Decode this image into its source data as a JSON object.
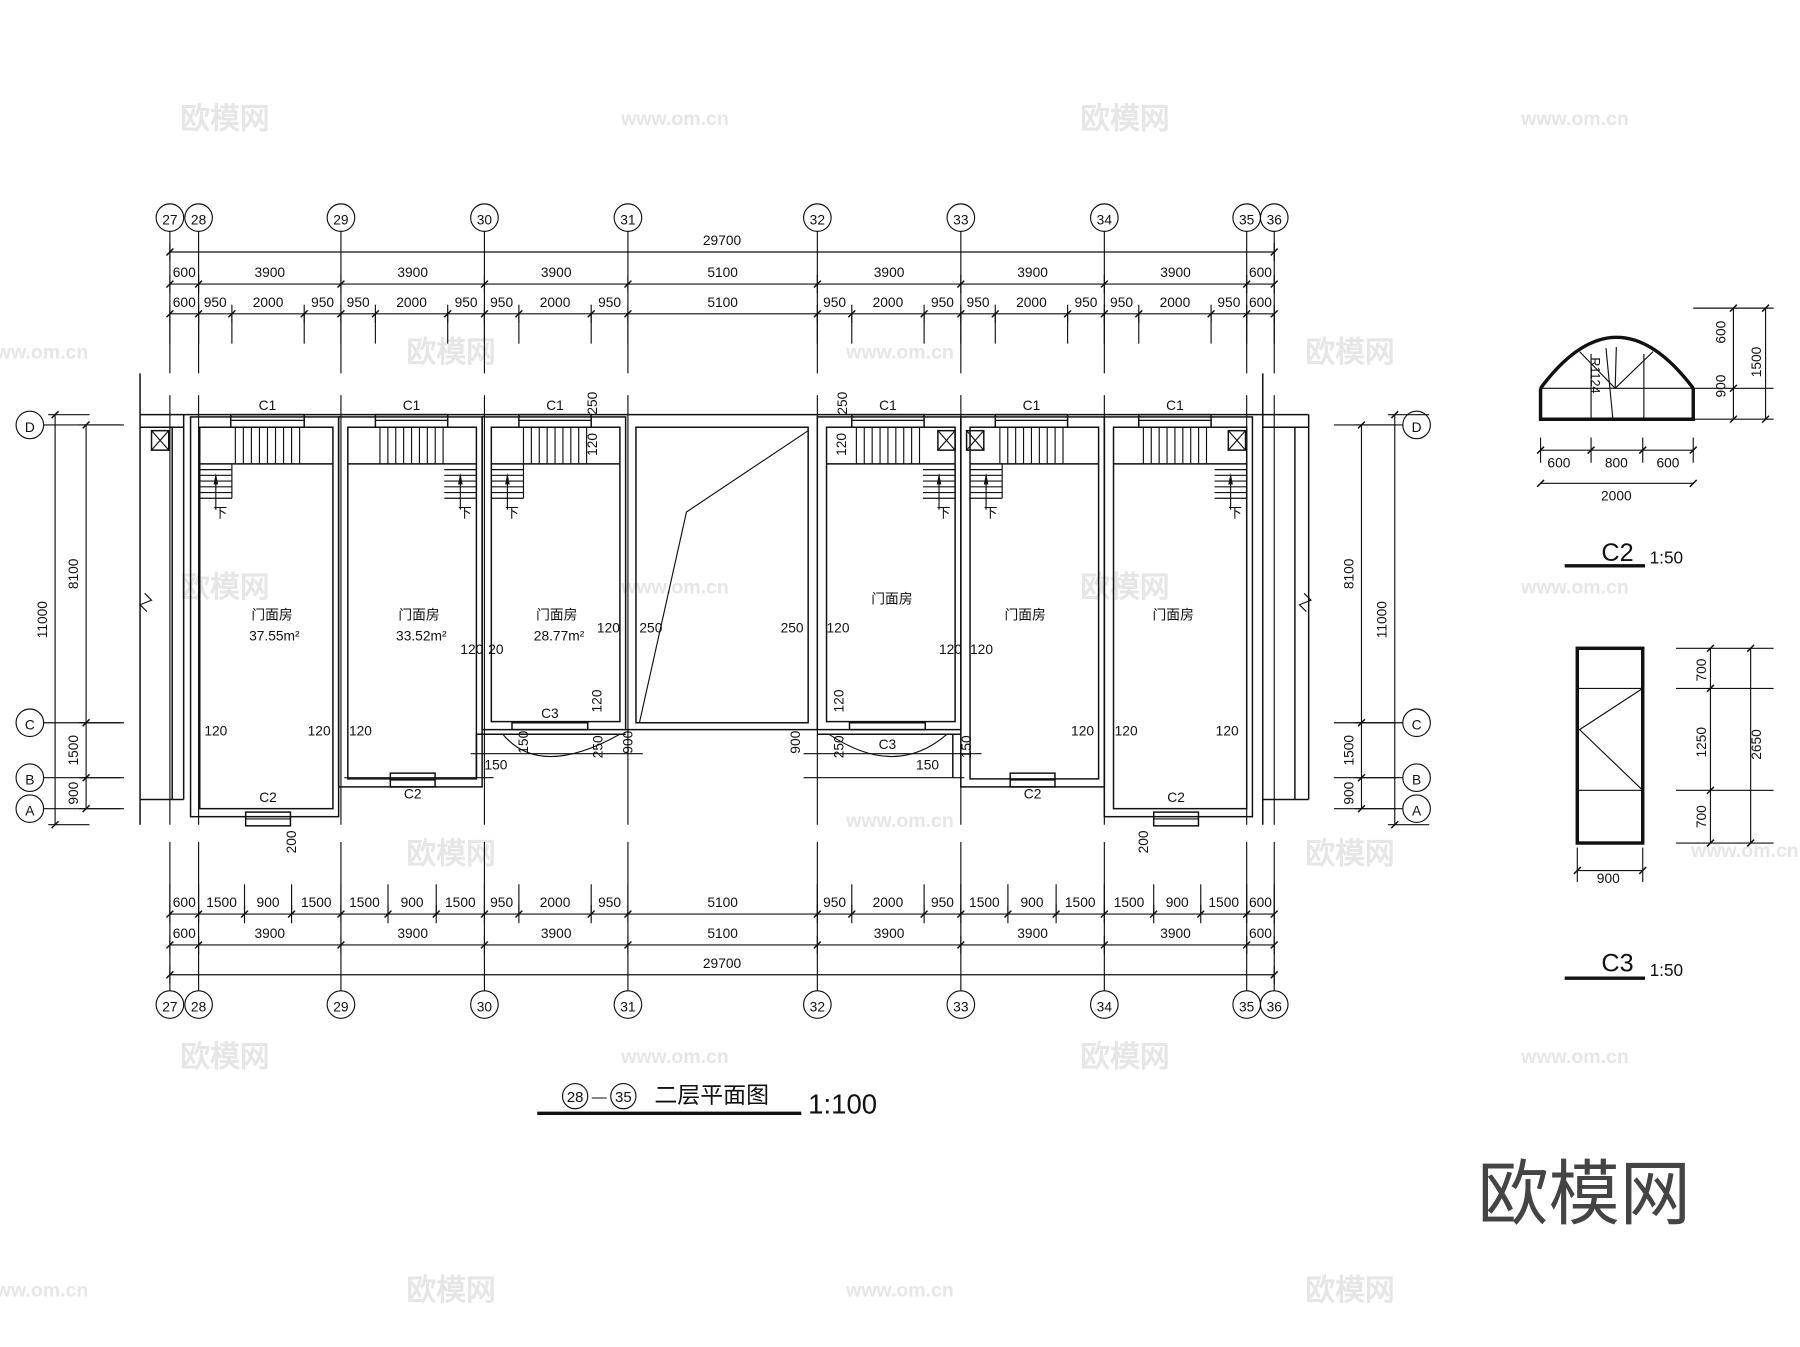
{
  "drawing": {
    "title_axis_from": "28",
    "title_axis_to": "35",
    "title_dash": "—",
    "title": "二层平面图",
    "scale": "1:100"
  },
  "grid": {
    "columns": [
      "27",
      "28",
      "29",
      "30",
      "31",
      "32",
      "33",
      "34",
      "35",
      "36"
    ],
    "rows": [
      "D",
      "C",
      "B",
      "A"
    ]
  },
  "dimensions": {
    "top_total": "29700",
    "top_bays": [
      "600",
      "3900",
      "3900",
      "3900",
      "5100",
      "3900",
      "3900",
      "3900",
      "600"
    ],
    "top_openings": [
      "600",
      "950",
      "2000",
      "950",
      "950",
      "2000",
      "950",
      "950",
      "2000",
      "950",
      "5100",
      "950",
      "2000",
      "950",
      "950",
      "2000",
      "950",
      "950",
      "2000",
      "950",
      "600"
    ],
    "bottom_openings": [
      "600",
      "1500",
      "900",
      "1500",
      "1500",
      "900",
      "1500",
      "950",
      "2000",
      "950",
      "5100",
      "950",
      "2000",
      "950",
      "1500",
      "900",
      "1500",
      "1500",
      "900",
      "1500",
      "600"
    ],
    "bottom_bays": [
      "600",
      "3900",
      "3900",
      "3900",
      "5100",
      "3900",
      "3900",
      "3900",
      "600"
    ],
    "bottom_total": "29700",
    "left": {
      "total": "11000",
      "d_c": "8100",
      "c_b": "1500",
      "b_a": "900"
    },
    "right": {
      "total": "11000",
      "d_c": "8100",
      "c_b": "1500",
      "b_a": "900"
    },
    "interior": [
      "250",
      "120",
      "250",
      "120",
      "120",
      "250",
      "250",
      "120",
      "120",
      "20",
      "120",
      "120",
      "120",
      "120",
      "120",
      "120",
      "120",
      "120",
      "120",
      "120",
      "900",
      "900",
      "250",
      "250",
      "150",
      "150",
      "150",
      "150",
      "200",
      "200"
    ]
  },
  "rooms": [
    {
      "name": "门面房",
      "area": "37.55m²"
    },
    {
      "name": "门面房",
      "area": "33.52m²"
    },
    {
      "name": "门面房",
      "area": "28.77m²"
    },
    {
      "name": "门面房"
    },
    {
      "name": "门面房"
    },
    {
      "name": "门面房"
    }
  ],
  "stair_label": "下",
  "window_tags": {
    "c1": [
      "C1",
      "C1",
      "C1",
      "C1",
      "C1",
      "C1"
    ],
    "c2": [
      "C2",
      "C2",
      "C2",
      "C2"
    ],
    "c3": [
      "C3",
      "C3"
    ]
  },
  "details": {
    "c2": {
      "title": "C2",
      "scale": "1:50",
      "radius": "R1124",
      "widths": [
        "600",
        "800",
        "600"
      ],
      "total_width": "2000",
      "heights": [
        "600",
        "900"
      ],
      "total_height": "1500"
    },
    "c3": {
      "title": "C3",
      "scale": "1:50",
      "width": "900",
      "heights": [
        "700",
        "1250",
        "700"
      ],
      "total_height": "2650"
    }
  },
  "watermark": {
    "logo": "欧模网",
    "url": "www.om.cn"
  },
  "colors": {
    "ink": "#111111",
    "watermark": "#e6e6e6"
  }
}
